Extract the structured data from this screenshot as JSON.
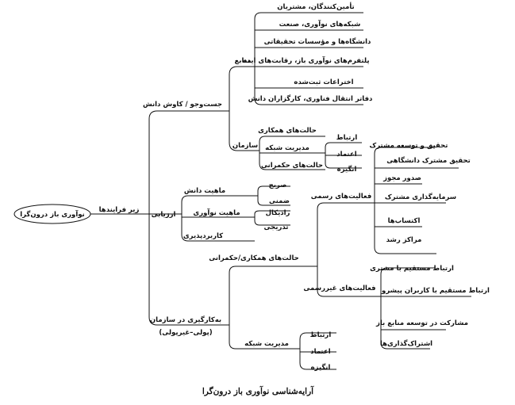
{
  "caption": "آرایه‌شناسی نوآوری باز درون‌گرا",
  "root": "نوآوری باز درون‌گرا",
  "branch": "زیر فرایندها",
  "n": {
    "search": "جست‌وجو / کاوش دانش",
    "sources": "منابع",
    "s1": "تأمین‌کنندگان، مشتریان",
    "s2": "شبکه‌های نوآوری، صنعت",
    "s3": "دانشگاه‌ها و مؤسسات تحقیقاتی",
    "s4": "پلتفرم‌های نوآوری باز، رقابت‌های ایده",
    "s5": "اختراعات ثبت‌شده",
    "s6": "دفاتر انتقال فناوری، کارگزاران دانش",
    "org": "سازمان",
    "coop_states": "حالت‌های همکاری",
    "netmgmt": "مدیریت شبکه",
    "gov_states": "حالت‌های حکمرانی",
    "link1": "ارتباط",
    "trust1": "اعتماد",
    "motive1": "انگیزه",
    "eval": "ارزیابی",
    "knowledge_nature": "ماهیت دانش",
    "explicit": "صریح",
    "tacit": "ضمنی",
    "innov_nature": "ماهیت نوآوری",
    "radical": "رادیکال",
    "incremental": "تدریجی",
    "applicability": "کاربردپذیری",
    "formal": "فعالیت‌های رسمی",
    "f1": "تحقیق و توسعه مشترک",
    "f2": "تحقیق مشترک دانشگاهی",
    "f3": "صدور مجوز",
    "f4": "سرمایه‌گذاری مشترک",
    "f5": "اکتساب‌ها",
    "f6": "مراکز رشد",
    "coop_gov": "حالت‌های همکاری/حکمرانی",
    "informal": "فعالیت‌های غیررسمی",
    "i1": "ارتباط مستقیم با مشتری",
    "i2": "ارتباط مستقیم با کاربران پیشرو",
    "i3": "مشارکت در توسعه منابع باز",
    "i4": "اشتراک‌گذاری‌ها",
    "utilize": "به‌کارگیری در سازمان",
    "utilize_sub": "(پولی–غیرپولی)",
    "netmgmt2": "مدیریت شبکه",
    "link2": "ارتباط",
    "trust2": "اعتماد",
    "motive2": "انگیزه"
  }
}
